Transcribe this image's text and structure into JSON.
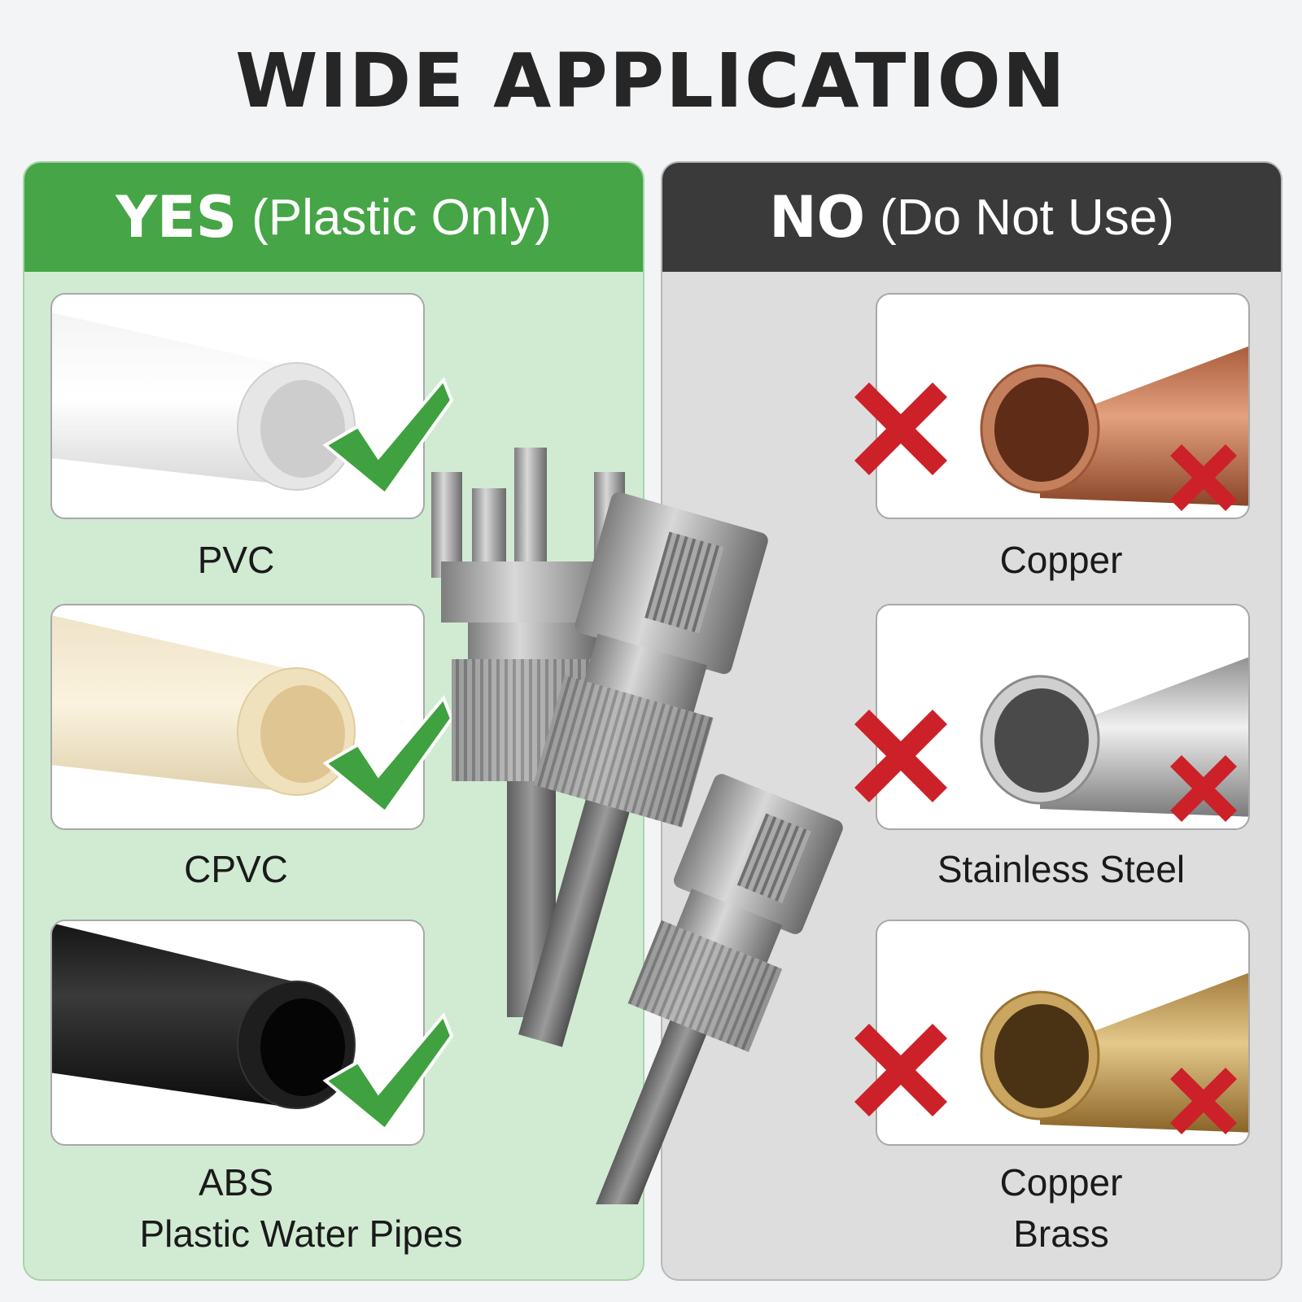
{
  "title": "WIDE APPLICATION",
  "yes_panel": {
    "heading_strong": "YES",
    "heading_soft": "(Plastic Only)",
    "items": [
      {
        "label": "PVC"
      },
      {
        "label": "CPVC"
      },
      {
        "label_line1": "ABS",
        "label_line2": "Plastic Water Pipes"
      }
    ]
  },
  "no_panel": {
    "heading_strong": "NO",
    "heading_soft": "(Do Not Use)",
    "items": [
      {
        "label": "Copper"
      },
      {
        "label": "Stainless Steel"
      },
      {
        "label_line1": "Copper",
        "label_line2": "Brass"
      }
    ]
  },
  "colors": {
    "yes_header": "#46a546",
    "yes_body": "#d1ebd3",
    "no_header": "#3a3a3a",
    "no_body": "#dddddd",
    "check": "#3fa13f",
    "cross": "#cc2129"
  }
}
